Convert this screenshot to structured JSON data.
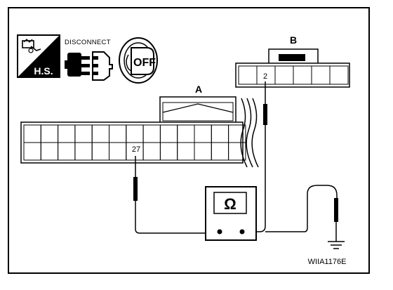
{
  "icons": {
    "hs_badge": {
      "label": "H.S.",
      "icon": "hand-on-steering-icon"
    },
    "disconnect": {
      "label": "DISCONNECT",
      "icon": "connector-unplug-icon"
    },
    "ignition": {
      "label": "OFF",
      "icon": "ignition-key-icon"
    }
  },
  "connector_a": {
    "label": "A",
    "pin": "27"
  },
  "connector_b": {
    "label": "B",
    "pin": "2"
  },
  "meter": {
    "symbol": "Ω",
    "icon": "ohmmeter-icon"
  },
  "ground": {
    "icon": "ground-symbol-icon"
  },
  "figure_code": "WIIA1176E"
}
